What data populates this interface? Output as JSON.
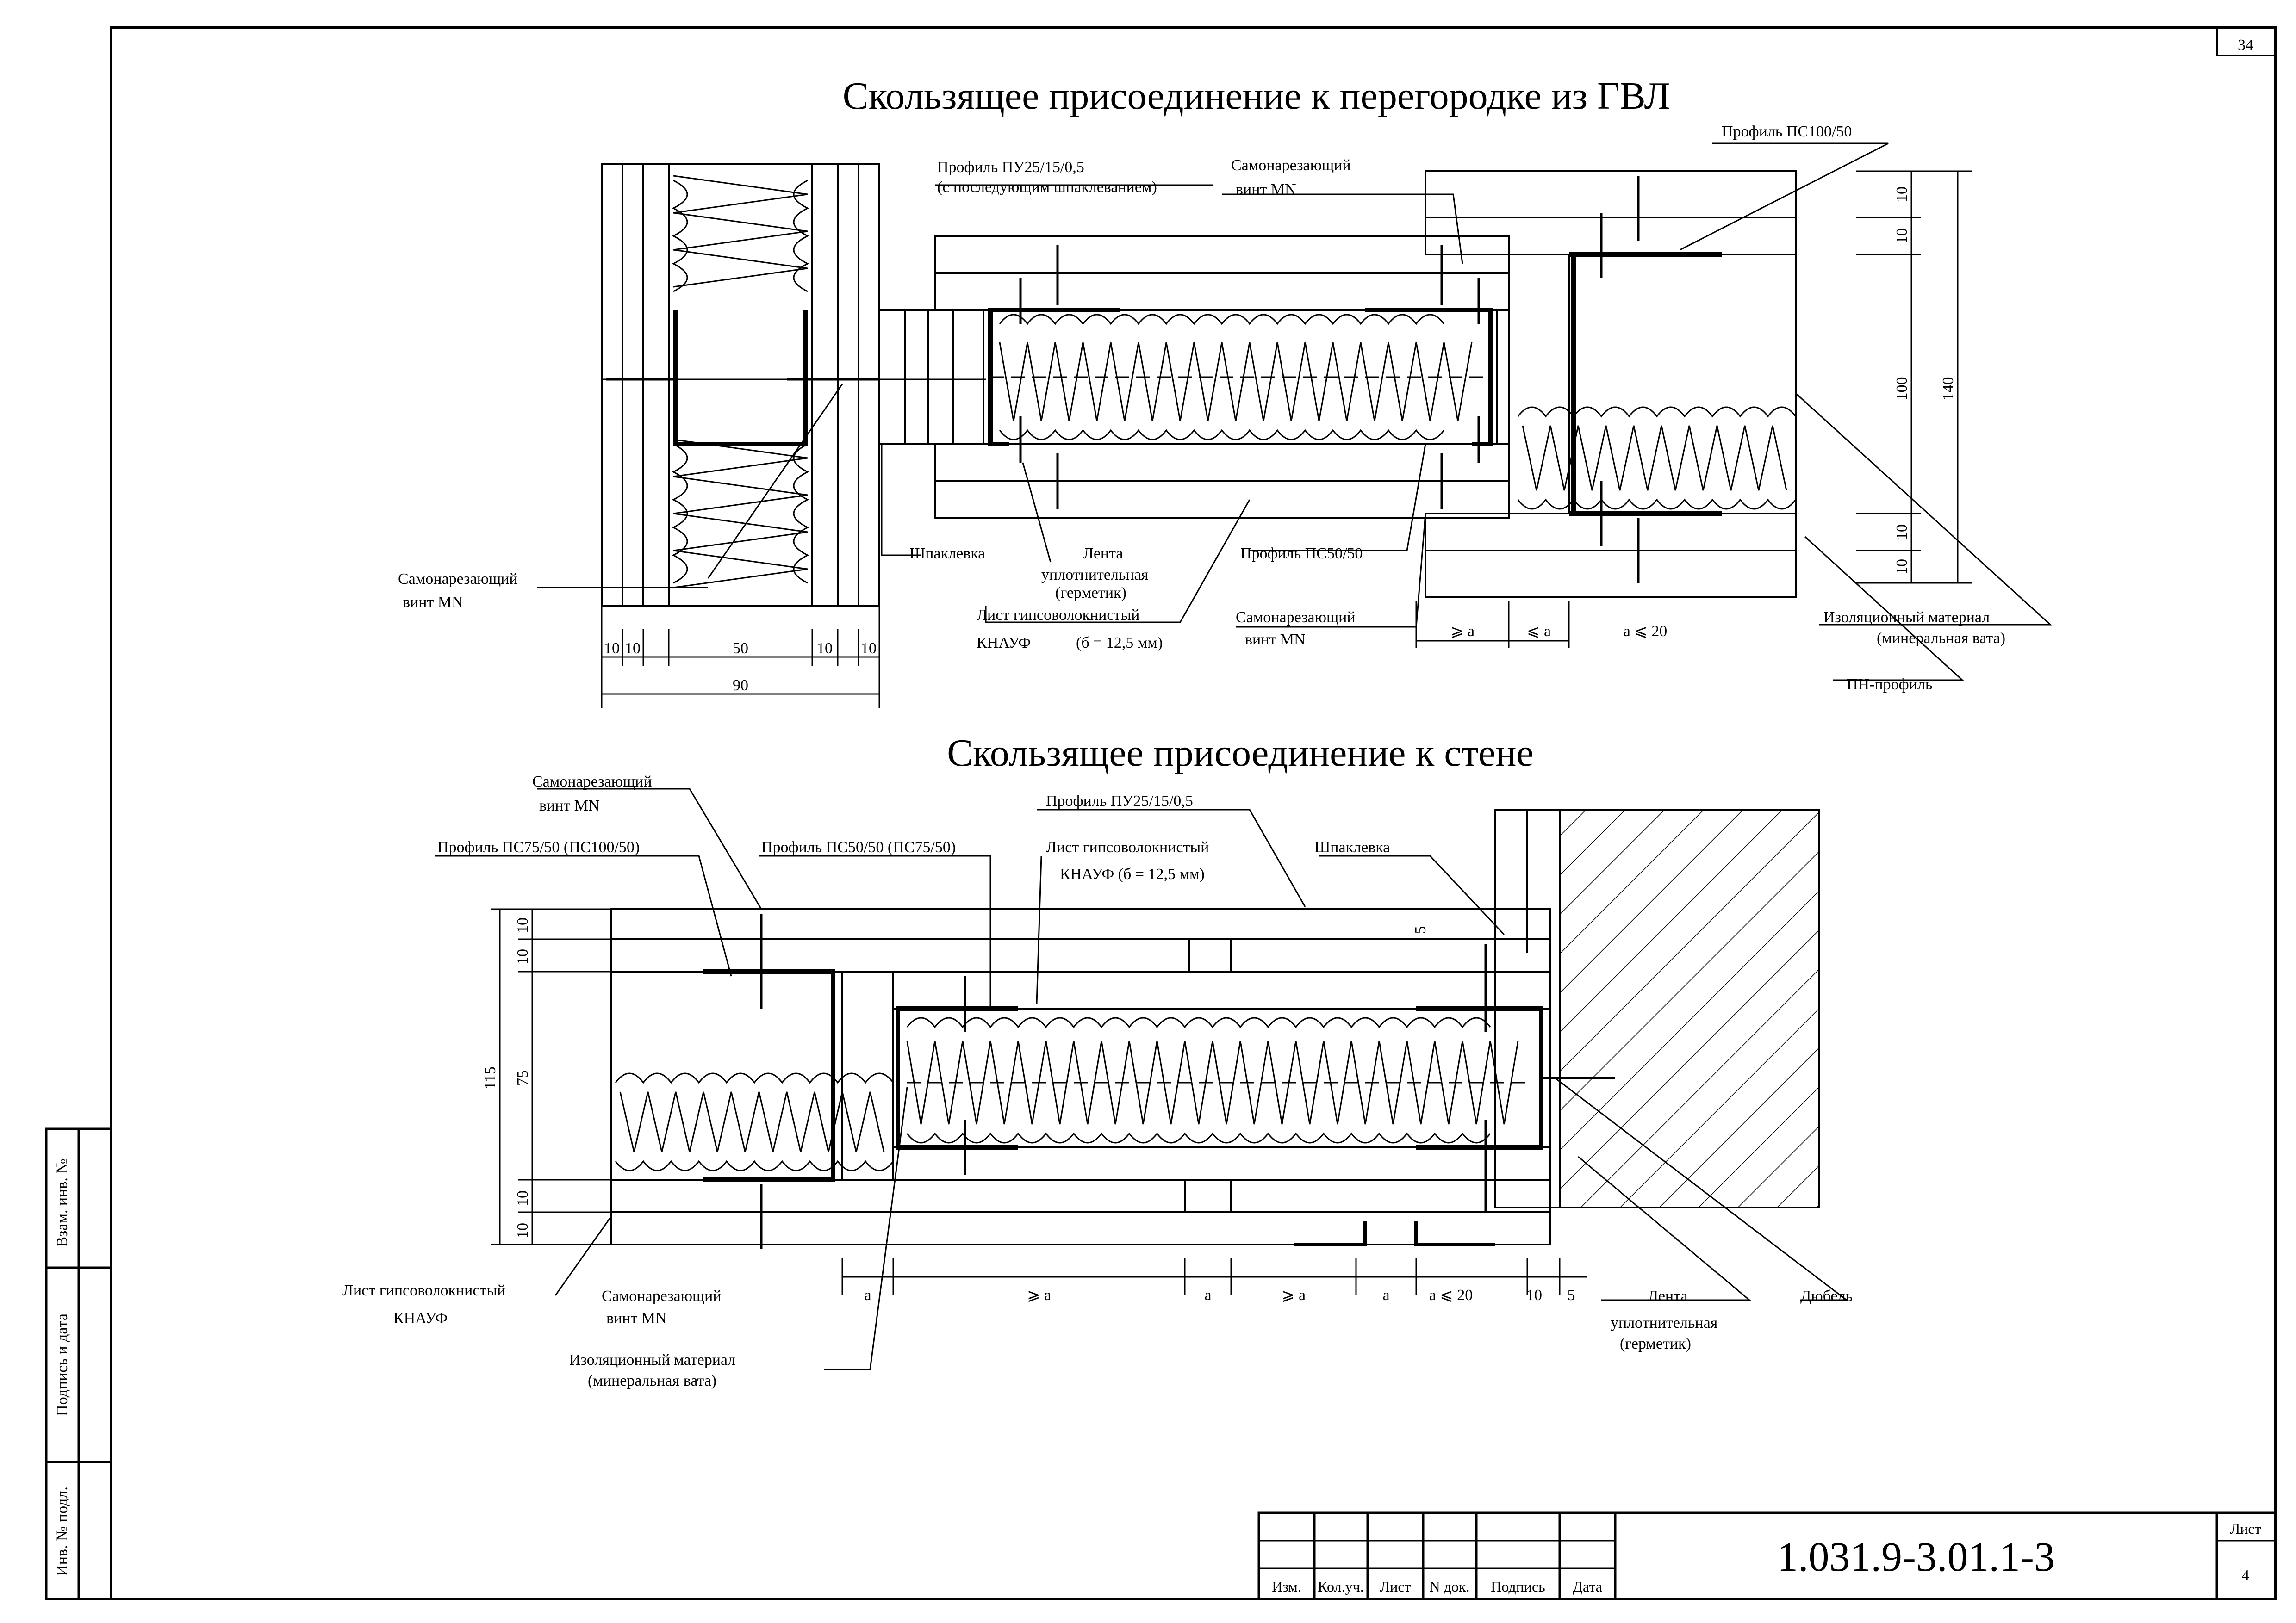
{
  "sheet_number_top": "34",
  "titles": {
    "top": "Скользящее присоединение к перегородке из ГВЛ",
    "bottom": "Скользящее присоединение к стене"
  },
  "top_labels": {
    "pu_profile_1": "Профиль  ПУ25/15/0,5",
    "pu_profile_2": "(с последующим шпаклеванием)",
    "screw_top_1": "Самонарезающий",
    "screw_top_2": "винт MN",
    "ps100": "Профиль ПС100/50",
    "screw_left_1": "Самонарезающий",
    "screw_left_2": "винт MN",
    "putty": "Шпаклевка",
    "tape_1": "Лента",
    "tape_2": "уплотнительная",
    "tape_3": "(герметик)",
    "ps50": "Профиль ПС50/50",
    "sheet_1": "Лист гипсоволокнистый",
    "sheet_2": "КНАУФ",
    "sheet_3": "(б = 12,5 мм)",
    "screw_bot_1": "Самонарезающий",
    "screw_bot_2": "винт MN",
    "insul_1": "Изоляционный материал",
    "insul_2": "(минеральная вата)",
    "pn": "ПН-профиль"
  },
  "top_dims": {
    "d10a": "10",
    "d10b": "10",
    "d50": "50",
    "d10c": "10",
    "d10d": "10",
    "d90": "90",
    "ge_a": "⩾ a",
    "le_a": "⩽ a",
    "a_le_20": "a ⩽ 20",
    "v10a": "10",
    "v10b": "10",
    "v100": "100",
    "v140": "140",
    "v10c": "10",
    "v10d": "10"
  },
  "bottom_labels": {
    "screw_1": "Самонарезающий",
    "screw_2": "винт MN",
    "ps75": "Профиль ПС75/50 (ПС100/50)",
    "ps50": "Профиль ПС50/50 (ПС75/50)",
    "pu": "Профиль  ПУ25/15/0,5",
    "sheet_1": "Лист гипсоволокнистый",
    "sheet_2": "КНАУФ  (б = 12,5 мм)",
    "putty": "Шпаклевка",
    "sheet_l_1": "Лист гипсоволокнистый",
    "sheet_l_2": "КНАУФ",
    "screw_b_1": "Самонарезающий",
    "screw_b_2": "винт MN",
    "insul_1": "Изоляционный материал",
    "insul_2": "(минеральная вата)",
    "tape_1": "Лента",
    "tape_2": "уплотнительная",
    "tape_3": "(герметик)",
    "dowel": "Дюбель"
  },
  "bottom_dims": {
    "v10a": "10",
    "v10b": "10",
    "v115": "115",
    "v75": "75",
    "v10c": "10",
    "v10d": "10",
    "a1": "a",
    "ge_a1": "⩾ a",
    "a2": "a",
    "ge_a2": "⩾ a",
    "a3": "a",
    "a_le_20": "a ⩽ 20",
    "h10": "10",
    "h5": "5",
    "s5": "5"
  },
  "side_stamp": {
    "vzam": "Взам. инв. №",
    "podpis": "Подпись и дата",
    "inv": "Инв. № подл."
  },
  "title_block": {
    "cols": [
      "Изм.",
      "Кол.уч.",
      "Лист",
      "N док.",
      "Подпись",
      "Дата"
    ],
    "code": "1.031.9-3.01.1-3",
    "list_label": "Лист",
    "list_number": "4"
  }
}
